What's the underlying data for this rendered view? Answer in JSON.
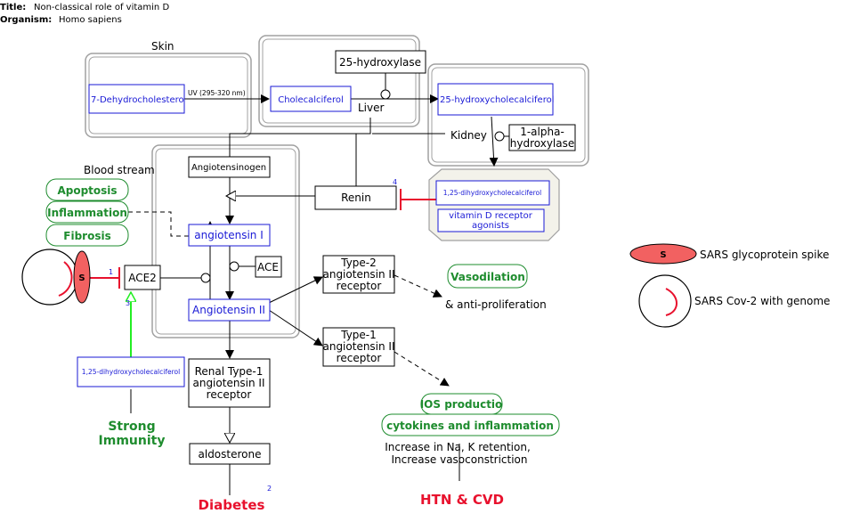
{
  "header": {
    "title_label": "Title:",
    "title_value": "Non-classical role of vitamin D",
    "organism_label": "Organism:",
    "organism_value": "Homo sapiens"
  },
  "compartments": {
    "skin": "Skin",
    "liver": "Liver",
    "kidney": "Kidney",
    "blood_stream": "Blood stream"
  },
  "nodes": {
    "dehydrocholesterol": "7-Dehydrocholestero",
    "uv_label": "UV (295-320 nm)",
    "cholecalciferol": "Cholecalciferol",
    "hydroxylase25": "25-hydroxylase",
    "hydroxycholecalciferol25": "25-hydroxycholecalciferol",
    "alpha_hydroxylase_1": "1-alpha-",
    "alpha_hydroxylase_2": "hydroxylase",
    "dihydroxy_top": "1,25-dihydroxycholecalciferol",
    "vdr_agonists_1": "vitamin D receptor",
    "vdr_agonists_2": "agonists",
    "angiotensinogen": "Angiotensinogen",
    "renin": "Renin",
    "angiotensin1": "angiotensin I",
    "ace": "ACE",
    "angiotensin2": "Angiotensin II",
    "ace2": "ACE2",
    "type2_1": "Type-2",
    "type2_2": "angiotensin II",
    "type2_3": "receptor",
    "type1_1": "Type-1",
    "type1_2": "angiotensin II",
    "type1_3": "receptor",
    "renal_1": "Renal Type-1",
    "renal_2": "angiotensin II",
    "renal_3": "receptor",
    "aldosterone": "aldosterone",
    "dihydroxy_left": "1,25-dihydroxycholecalciferol"
  },
  "phenotypes": {
    "apoptosis": "Apoptosis",
    "inflammation": "Inflammation",
    "fibrosis": "Fibrosis",
    "vasodilation": "Vasodilation",
    "anti_proliferation": "& anti-proliferation",
    "ros": "IOS productio",
    "cytokines": "cytokines and inflammation",
    "increase_1": "Increase in Na, K retention,",
    "increase_2": "Increase vasoconstriction",
    "strong_1": "Strong",
    "strong_2": "Immunity",
    "diabetes": "Diabetes",
    "htn": "HTN & CVD"
  },
  "virus": {
    "spike_letter": "S",
    "legend_spike_letter": "S",
    "legend_spike": "SARS glycoprotein spike",
    "legend_virus": "SARS Cov-2 with genome"
  },
  "refs": {
    "r1": "1",
    "r2": "2",
    "r3": "3",
    "r4": "4"
  },
  "colors": {
    "gene_product_border": "#1a1ad6",
    "phenotype_green": "#1e8c2e",
    "inhibition_red": "#e8112d",
    "activation_green": "#22ee22",
    "compartment_gray": "#a0a0a0"
  }
}
